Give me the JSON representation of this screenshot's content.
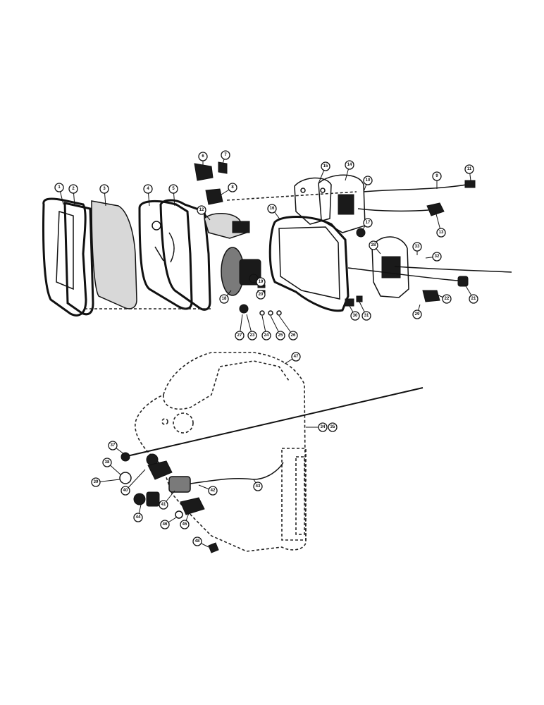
{
  "diagram": {
    "type": "exploded-parts-view",
    "callouts": [
      "1",
      "2",
      "3",
      "4",
      "5",
      "6",
      "7",
      "8",
      "9",
      "10",
      "11",
      "12",
      "13",
      "14",
      "15",
      "16",
      "17",
      "18",
      "19",
      "20",
      "21",
      "22",
      "23",
      "24",
      "25",
      "26",
      "27",
      "28",
      "29",
      "30",
      "31",
      "32",
      "33",
      "34",
      "35",
      "37",
      "38",
      "39",
      "40",
      "41",
      "42",
      "43",
      "44",
      "45",
      "46",
      "47",
      "48"
    ]
  }
}
